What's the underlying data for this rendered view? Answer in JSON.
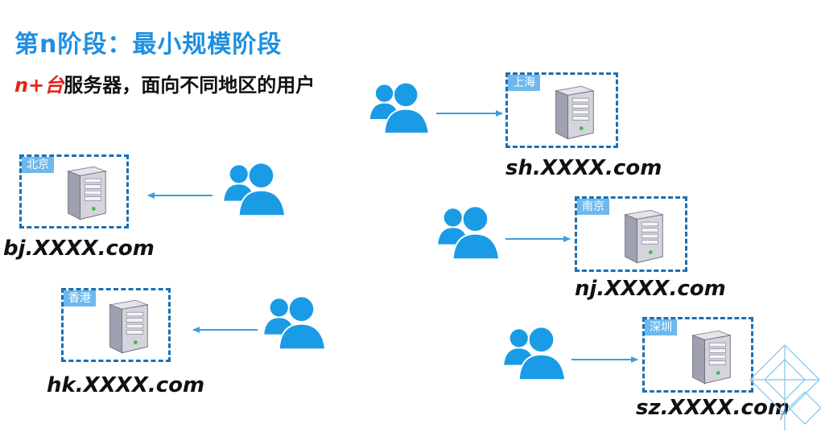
{
  "slide": {
    "title": "第n阶段：最小规模阶段",
    "subtitle_accent": "n+台",
    "subtitle_rest": "服务器，面向不同地区的用户",
    "page_number": "7"
  },
  "nodes": [
    {
      "city": "上海",
      "domain": "sh.XXXX.com"
    },
    {
      "city": "北京",
      "domain": "bj.XXXX.com"
    },
    {
      "city": "南京",
      "domain": "nj.XXXX.com"
    },
    {
      "city": "香港",
      "domain": "hk.XXXX.com"
    },
    {
      "city": "深圳",
      "domain": "sz.XXXX.com"
    }
  ],
  "colors": {
    "title": "#1f8fe0",
    "accent": "#e8231b",
    "user_icon": "#1a9be6",
    "arrow": "#3a9de0",
    "dashed_border": "#1c6fb0",
    "city_tag": "#6db8ee"
  }
}
